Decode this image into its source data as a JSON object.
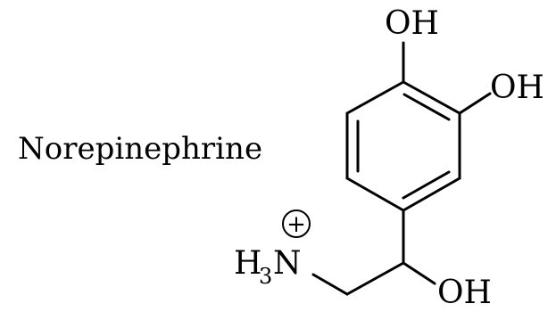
{
  "molecule": {
    "name": "Norepinephrine"
  },
  "atoms": {
    "top_oh": "OH",
    "side_oh": "OH",
    "bottom_oh": "OH",
    "amine_h": "H",
    "amine_sub": "3",
    "amine_n": "N",
    "charge": "+"
  }
}
